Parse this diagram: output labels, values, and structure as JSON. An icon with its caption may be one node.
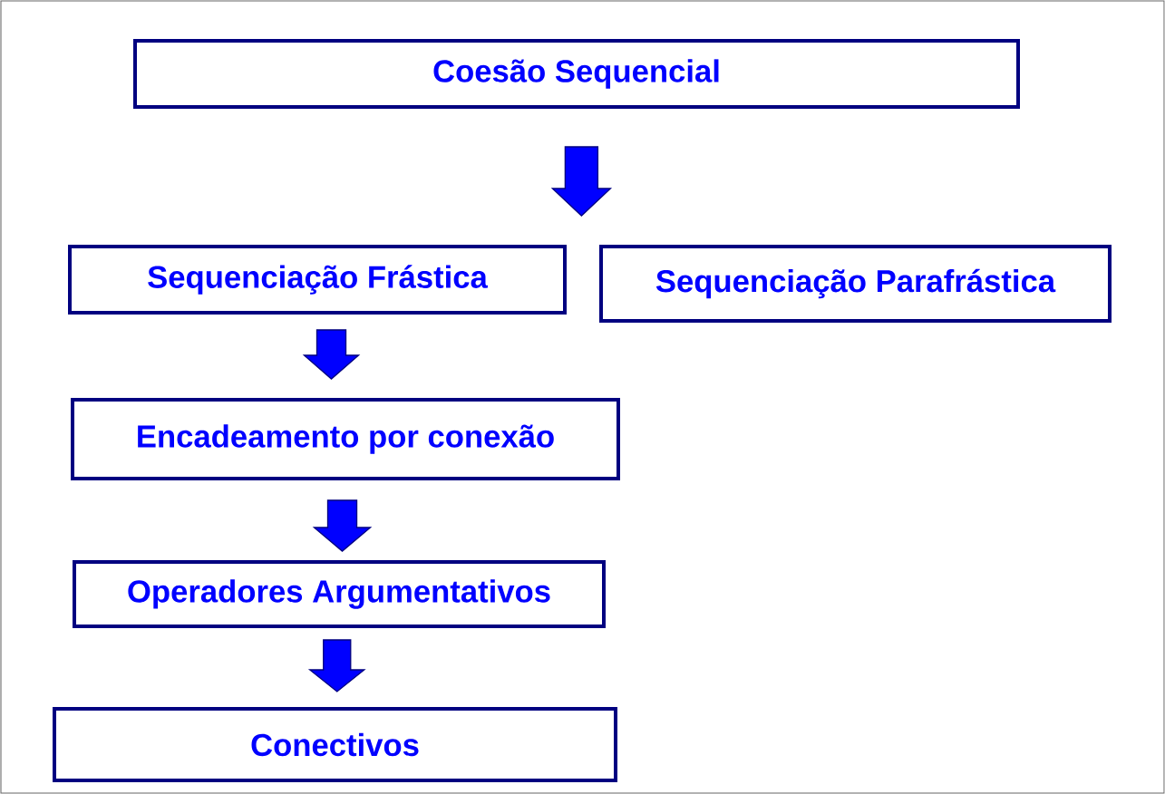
{
  "diagram": {
    "nodes": [
      {
        "text": [
          "Coesão Sequencial"
        ]
      },
      {
        "text": [
          "Sequenciação Frástica"
        ]
      },
      {
        "text": [
          "Sequenciação Parafrástica"
        ]
      },
      {
        "text": [
          "Encadeamento por conexão"
        ]
      },
      {
        "text": [
          "Operadores Argumentativos"
        ]
      },
      {
        "text": [
          "Conectivos"
        ]
      }
    ],
    "edges": [
      {
        "from": 0,
        "to": 1,
        "arrow": "to"
      },
      {
        "from": 0,
        "to": 2,
        "arrow": "to"
      },
      {
        "from": 1,
        "to": 3,
        "arrow": "to"
      },
      {
        "from": 3,
        "to": 4,
        "arrow": "to"
      },
      {
        "from": 4,
        "to": 5,
        "arrow": "to"
      }
    ]
  }
}
